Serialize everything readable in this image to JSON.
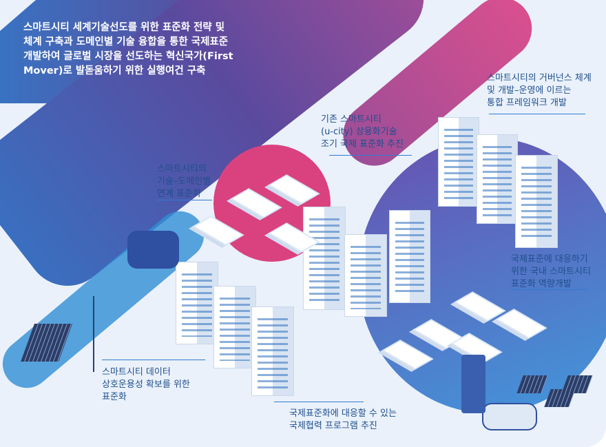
{
  "headline": "스마트시티 세계기술선도를 위한 표준화 전략 및\n체계 구축과 도메인별 기술 융합을 통한 국제표준\n개발하여 글로벌 시장을 선도하는 혁신국가(First\nMover)로 발돋움하기 위한 실행여건 구축",
  "callouts": {
    "governance": "스마트시티의 거버넌스 체계\n및 개발–운영에 이르는\n통합 프레임워크 개발",
    "ucity": "기존 스마트시티\n(u-city) 상용화기술\n조기 국제 표준화 추진",
    "domain_link": "스마트시티의\n기술–도메인별\n연계 표준화",
    "domestic": "국제표준에 대응하기\n위한 국내 스마트시티\n표준화 역량개발",
    "data_interop": "스마트시티 데이터\n상호운용성 확보를 위한\n표준화",
    "intl_program": "국제표준화에 대응할 수 있는\n국제협력 프로그램 추진"
  },
  "colors": {
    "primary_blue": "#2f7bd0",
    "purple": "#5a4c9c",
    "pink": "#d9427f",
    "text": "#1f4f8c"
  }
}
